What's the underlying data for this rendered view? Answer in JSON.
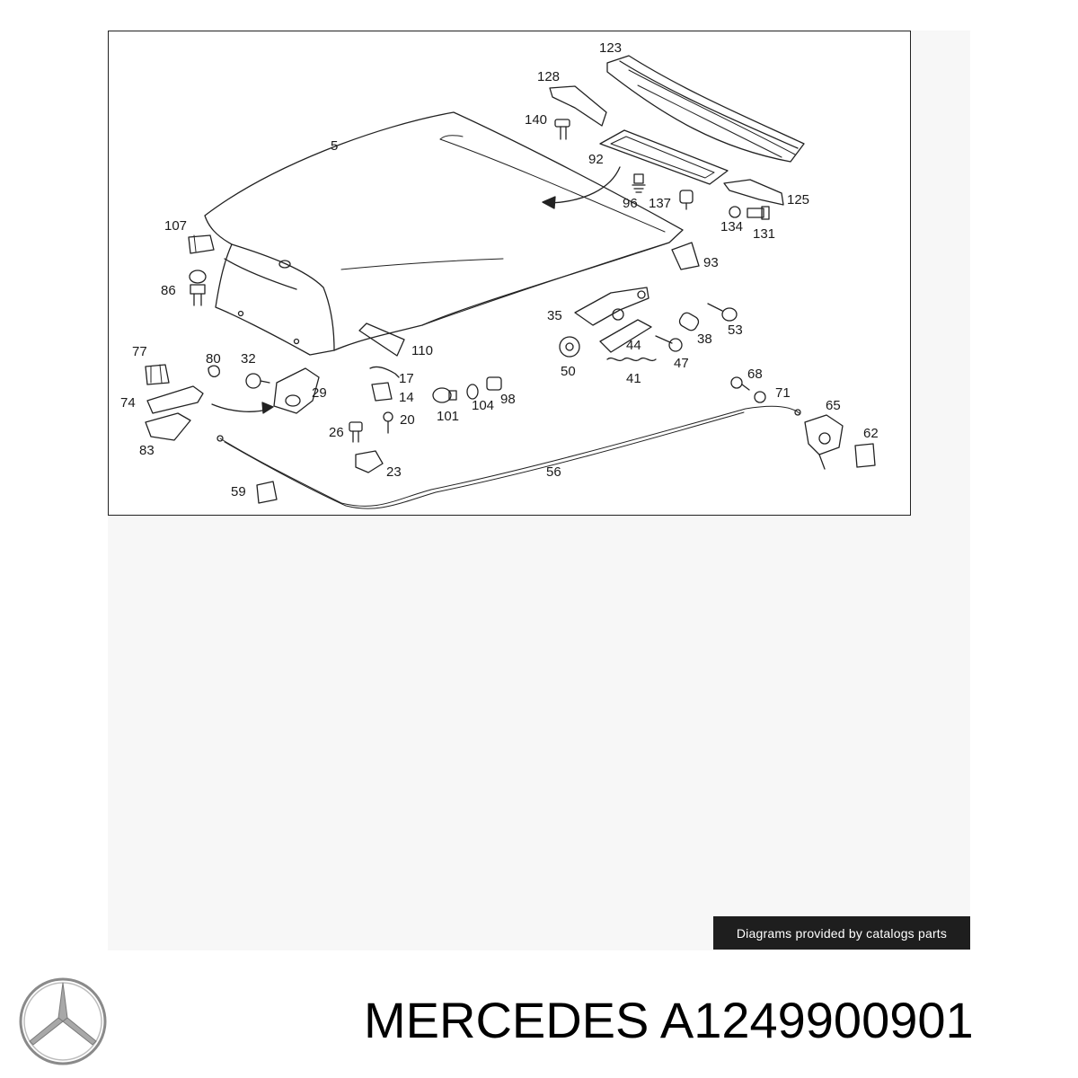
{
  "diagram": {
    "labels": {
      "p5": "5",
      "p123": "123",
      "p128": "128",
      "p140": "140",
      "p92": "92",
      "p96": "96",
      "p137": "137",
      "p125": "125",
      "p134": "134",
      "p131": "131",
      "p107": "107",
      "p93": "93",
      "p86": "86",
      "p35": "35",
      "p53": "53",
      "p44": "44",
      "p38": "38",
      "p110": "110",
      "p47": "47",
      "p50": "50",
      "p41": "41",
      "p77": "77",
      "p80": "80",
      "p32": "32",
      "p17": "17",
      "p68": "68",
      "p74": "74",
      "p29": "29",
      "p14": "14",
      "p71": "71",
      "p101": "101",
      "p104": "104",
      "p98": "98",
      "p65": "65",
      "p20": "20",
      "p83": "83",
      "p26": "26",
      "p62": "62",
      "p23": "23",
      "p56": "56",
      "p59": "59"
    }
  },
  "credit": {
    "text": "Diagrams provided by catalogs parts"
  },
  "logo": {
    "icon": "mercedes-star-icon",
    "color": "#8a8a8a"
  },
  "title": {
    "text": "MERCEDES A1249900901"
  }
}
